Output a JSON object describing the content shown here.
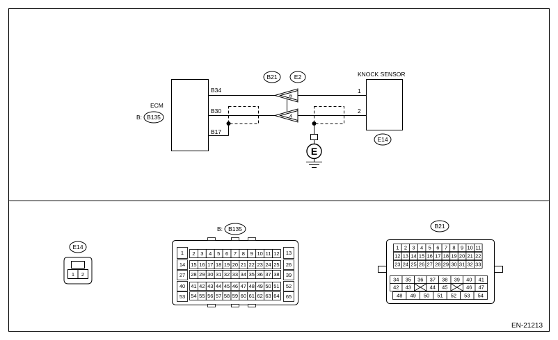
{
  "labels": {
    "ecm": "ECM",
    "ecm_prefix": "B:",
    "ecm_conn": "B135",
    "knock_sensor": "KNOCK SENSOR",
    "b21": "B21",
    "e2": "E2",
    "e14": "E14",
    "pin_b34": "B34",
    "pin_b30": "B30",
    "pin_b17": "B17",
    "ks_pin1": "1",
    "ks_pin2": "2",
    "jc_pin6": "6",
    "jc_pin4": "4",
    "ground": "E",
    "code": "EN-21213"
  },
  "connectors": {
    "e14": {
      "name": "E14",
      "pins": [
        "1",
        "2"
      ]
    },
    "b135": {
      "prefix": "B:",
      "name": "B135",
      "left_pins": [
        "1",
        "14",
        "27",
        "40",
        "53"
      ],
      "right_pins": [
        "13",
        "26",
        "39",
        "52",
        "65"
      ],
      "rows": [
        [
          "2",
          "3",
          "4",
          "5",
          "6",
          "7",
          "8",
          "9",
          "10",
          "11",
          "12"
        ],
        [
          "15",
          "16",
          "17",
          "18",
          "19",
          "20",
          "21",
          "22",
          "23",
          "24",
          "25"
        ],
        [
          "28",
          "29",
          "30",
          "31",
          "32",
          "33",
          "34",
          "35",
          "36",
          "37",
          "38"
        ],
        [
          "41",
          "42",
          "43",
          "44",
          "45",
          "46",
          "47",
          "48",
          "49",
          "50",
          "51"
        ],
        [
          "54",
          "55",
          "56",
          "57",
          "58",
          "59",
          "60",
          "61",
          "62",
          "63",
          "64"
        ]
      ]
    },
    "b21": {
      "name": "B21",
      "rows": [
        [
          "1",
          "2",
          "3",
          "4",
          "5",
          "6",
          "7",
          "8",
          "9",
          "10",
          "11"
        ],
        [
          "12",
          "13",
          "14",
          "15",
          "16",
          "17",
          "18",
          "19",
          "20",
          "21",
          "22"
        ],
        [
          "23",
          "24",
          "25",
          "26",
          "27",
          "28",
          "29",
          "30",
          "31",
          "32",
          "33"
        ]
      ],
      "row4": [
        "34",
        "35",
        "36",
        "37",
        "38",
        "39",
        "40",
        "41"
      ],
      "row5": [
        "42",
        "43",
        "",
        "44",
        "45",
        "",
        "46",
        "47"
      ],
      "row6": [
        "48",
        "49",
        "50",
        "51",
        "52",
        "53",
        "54"
      ]
    }
  }
}
